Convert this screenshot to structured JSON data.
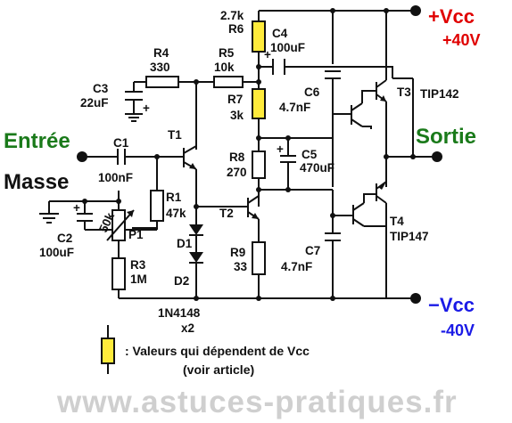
{
  "colors": {
    "positive_rail": "#e00000",
    "negative_rail": "#1a1ae6",
    "signal_labels": "#1a7a1a",
    "vcc_dependent": "#ffeb3b",
    "watermark": "#cfcfcf"
  },
  "terminals": {
    "input": "Entrée",
    "ground": "Masse",
    "output": "Sortie",
    "pos_supply": "+Vcc",
    "pos_voltage": "+40V",
    "neg_supply": "−Vcc",
    "neg_voltage": "-40V"
  },
  "components": {
    "R6": {
      "name": "R6",
      "value": "2.7k"
    },
    "C4": {
      "name": "C4",
      "value": "100uF"
    },
    "R4": {
      "name": "R4",
      "value": "330"
    },
    "R5": {
      "name": "R5",
      "value": "10k"
    },
    "C3": {
      "name": "C3",
      "value": "22uF"
    },
    "R7": {
      "name": "R7",
      "value": "3k"
    },
    "C6": {
      "name": "C6",
      "value": "4.7nF"
    },
    "T3": {
      "name": "T3",
      "value": "TIP142"
    },
    "C1": {
      "name": "C1",
      "value": "100nF"
    },
    "T1": {
      "name": "T1"
    },
    "R8": {
      "name": "R8",
      "value": "270"
    },
    "C5": {
      "name": "C5",
      "value": "470uF"
    },
    "R1": {
      "name": "R1",
      "value": "47k"
    },
    "P1": {
      "name": "P1",
      "value": "50k"
    },
    "T2": {
      "name": "T2"
    },
    "T4": {
      "name": "T4",
      "value": "TIP147"
    },
    "C2": {
      "name": "C2",
      "value": "100uF"
    },
    "D1": {
      "name": "D1"
    },
    "D2": {
      "name": "D2"
    },
    "R9": {
      "name": "R9",
      "value": "33"
    },
    "C7": {
      "name": "C7",
      "value": "4.7nF"
    },
    "R3": {
      "name": "R3",
      "value": "1M"
    },
    "diode_type": "1N4148",
    "diode_count": "x2"
  },
  "legend": {
    "line1": ":  Valeurs qui dépendent  de Vcc",
    "line2": "(voir article)"
  },
  "watermark": "www.astuces-pratiques.fr"
}
